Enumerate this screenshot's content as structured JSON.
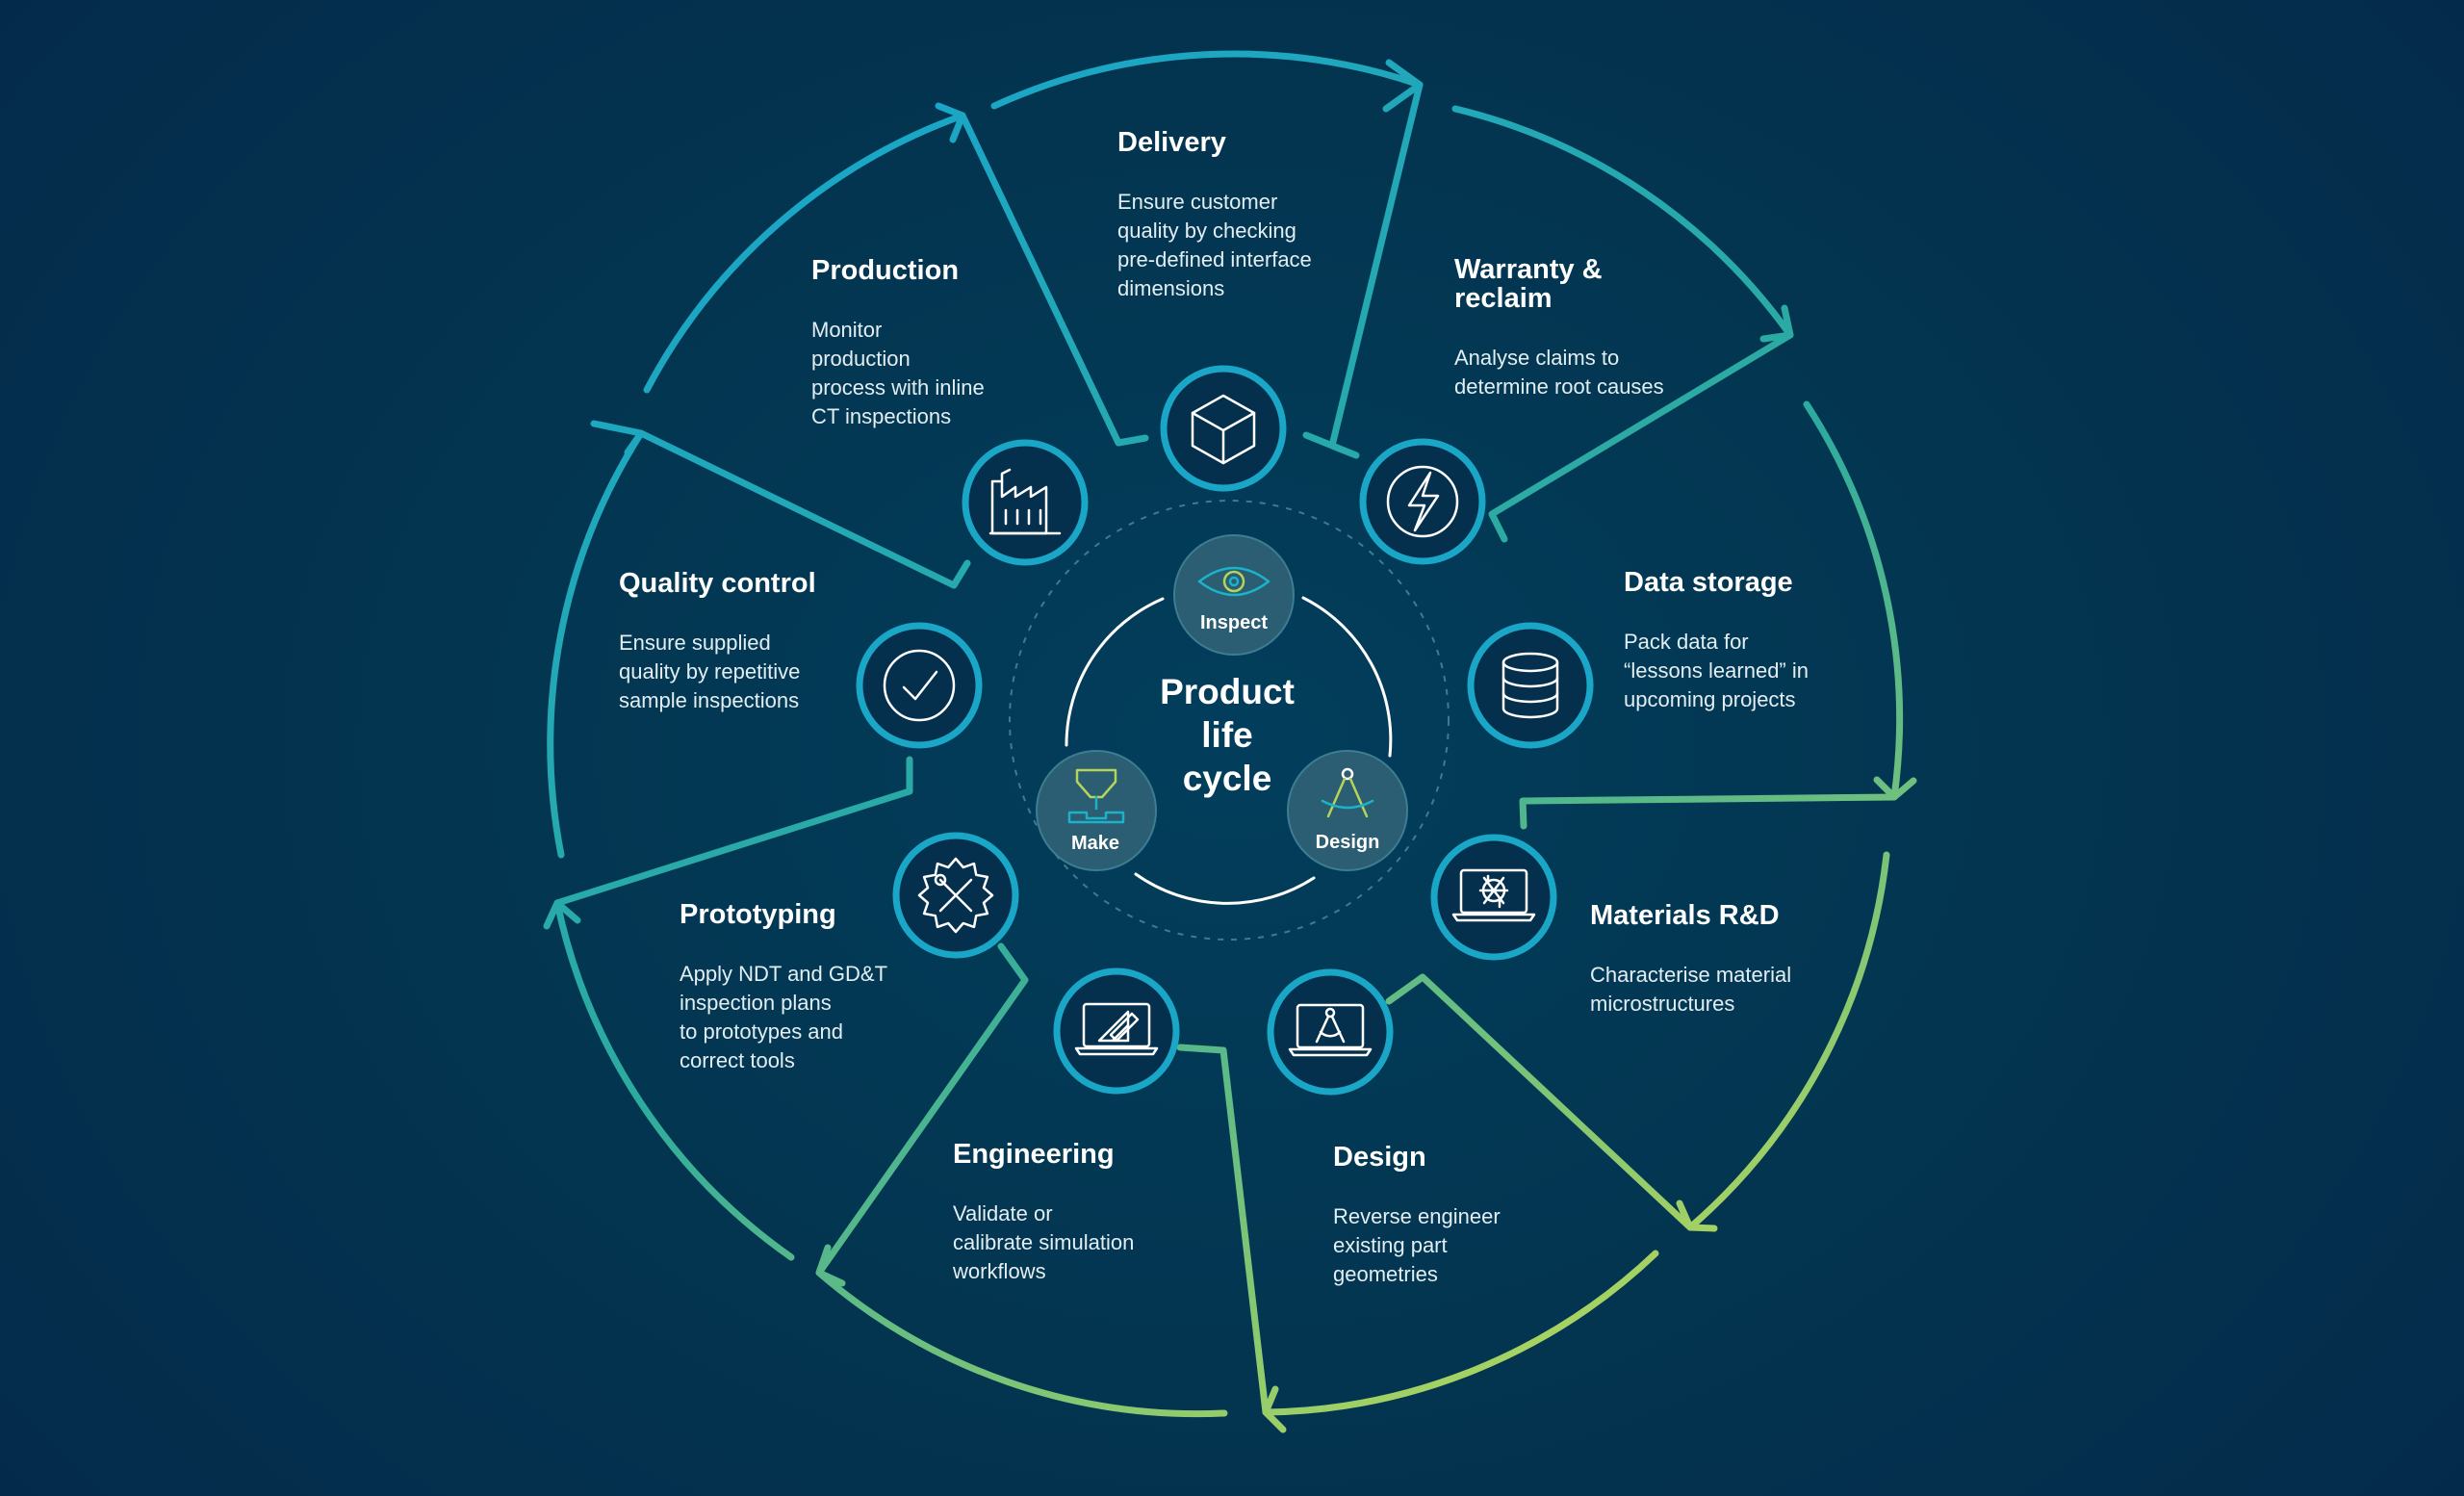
{
  "diagram": {
    "center_title": "Product\nlife\ncycle",
    "hubs": [
      {
        "id": "inspect",
        "label": "Inspect",
        "icon": "eye-icon"
      },
      {
        "id": "make",
        "label": "Make",
        "icon": "nozzle-icon"
      },
      {
        "id": "design",
        "label": "Design",
        "icon": "compass-icon"
      }
    ],
    "stages": [
      {
        "id": "delivery",
        "title": "Delivery",
        "description": "Ensure customer\nquality by checking\npre-defined interface\ndimensions",
        "icon": "cube-icon"
      },
      {
        "id": "warranty",
        "title": "Warranty &\nreclaim",
        "description": "Analyse claims to\ndetermine root causes",
        "icon": "lightning-icon"
      },
      {
        "id": "data-storage",
        "title": "Data storage",
        "description": "Pack data for\n“lessons learned” in\nupcoming projects",
        "icon": "database-icon"
      },
      {
        "id": "materials",
        "title": "Materials R&D",
        "description": "Characterise material\nmicrostructures",
        "icon": "microstructure-laptop-icon"
      },
      {
        "id": "design",
        "title": "Design",
        "description": "Reverse engineer\nexisting part\ngeometries",
        "icon": "compass-laptop-icon"
      },
      {
        "id": "engineering",
        "title": "Engineering",
        "description": "Validate or\ncalibrate simulation\nworkflows",
        "icon": "drafting-laptop-icon"
      },
      {
        "id": "prototyping",
        "title": "Prototyping",
        "description": "Apply NDT and GD&T\ninspection plans\nto prototypes and\ncorrect tools",
        "icon": "gear-tools-icon"
      },
      {
        "id": "quality-control",
        "title": "Quality control",
        "description": "Ensure supplied\nquality by repetitive\nsample inspections",
        "icon": "checkmark-icon"
      },
      {
        "id": "production",
        "title": "Production",
        "description": "Monitor\nproduction\nprocess with inline\nCT inspections",
        "icon": "factory-icon"
      }
    ],
    "colors": {
      "ring_start": "#1aa6c6",
      "ring_end": "#b3d65c",
      "hub_fill": "#2b5d73",
      "center_ring": "#ffffff",
      "icon_accent": "#1bb3c9",
      "icon_highlight": "#b6d35a"
    }
  }
}
